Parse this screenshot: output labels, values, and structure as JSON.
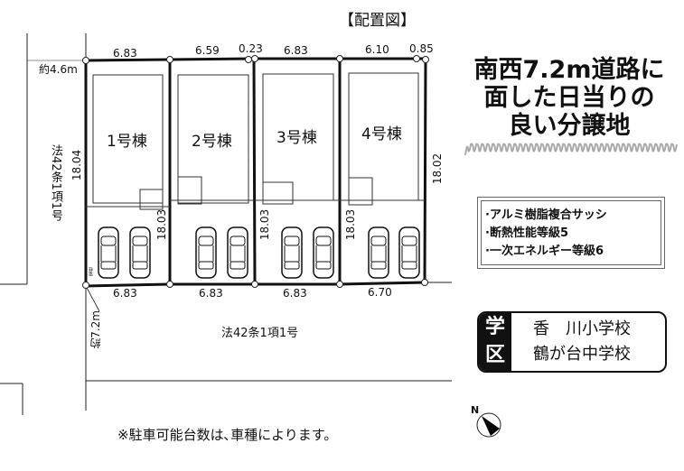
{
  "title": "【配置図】",
  "headline": [
    "南西7.2m道路に",
    "面した日当りの",
    "良い分譲地"
  ],
  "lots": [
    {
      "name": "1号棟",
      "top": "6.83",
      "bottom": "6.83"
    },
    {
      "name": "2号棟",
      "top": "6.59",
      "bottom": "6.83"
    },
    {
      "name": "3号棟",
      "top": "6.83",
      "bottom": "6.83"
    },
    {
      "name": "4号棟",
      "top": "6.10",
      "bottom": "6.70"
    }
  ],
  "dims": {
    "top_extra_2": "0.23",
    "top_extra_4": "0.85",
    "left_depth": "18.04",
    "right_depth": "18.02",
    "inner_depths": [
      "18.03",
      "18.03",
      "18.03"
    ],
    "left_road_width": "約4.6m",
    "south_road_width": "約7.2m"
  },
  "roads": {
    "west": "法42条1項1号",
    "south": "法42条1項1号"
  },
  "utility_label": "電柱",
  "specs": [
    "·アルミ樹脂複合サッシ",
    "·断熱性能等級5",
    "·一次エネルギー等級6"
  ],
  "school": {
    "label": [
      "学",
      "区"
    ],
    "elementary": "香　川小学校",
    "junior_high": "鶴が台中学校"
  },
  "compass": {
    "label": "N",
    "icon": "north-arrow-icon"
  },
  "note": "※駐車可能台数は､車種によります。"
}
